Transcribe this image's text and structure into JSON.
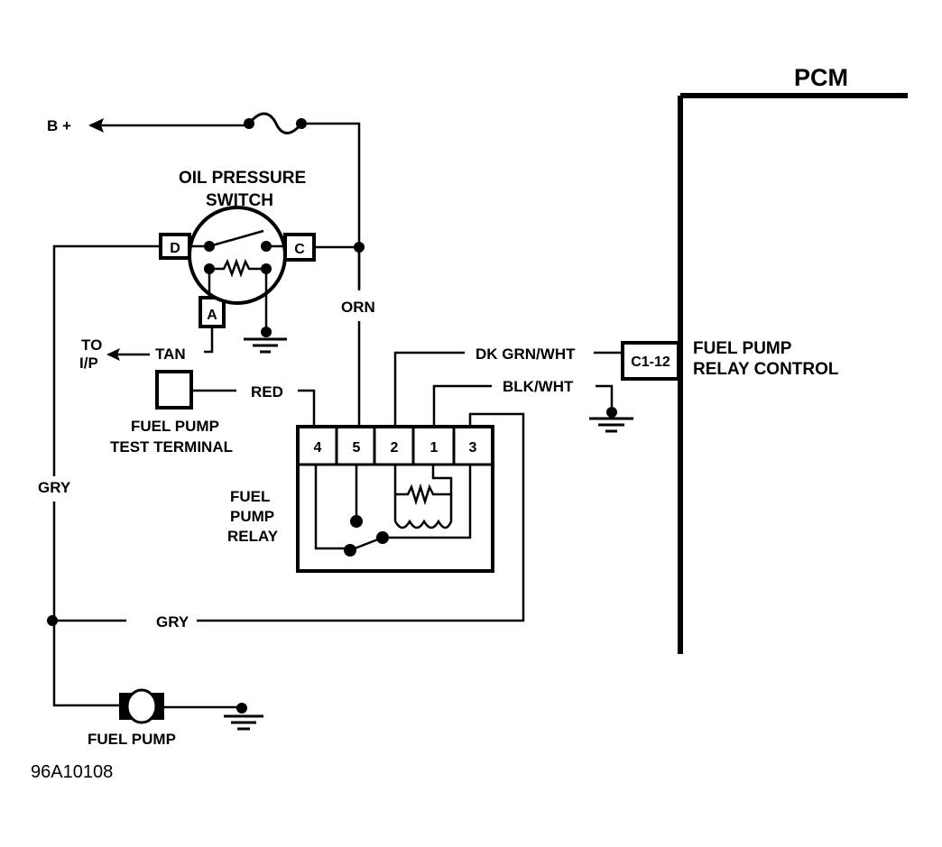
{
  "diagram": {
    "figure_id": "96A10108",
    "pcm": {
      "title": "PCM",
      "connector": "C1-12",
      "circuit_label_line1": "FUEL PUMP",
      "circuit_label_line2": "RELAY CONTROL"
    },
    "power": {
      "label": "B +"
    },
    "oil_pressure_switch": {
      "title_line1": "OIL PRESSURE",
      "title_line2": "SWITCH",
      "terminals": [
        "D",
        "C",
        "A"
      ]
    },
    "to_ip": {
      "line1": "TO",
      "line2": "I/P"
    },
    "test_terminal": {
      "line1": "FUEL PUMP",
      "line2": "TEST TERMINAL"
    },
    "relay": {
      "line1": "FUEL",
      "line2": "PUMP",
      "line3": "RELAY",
      "pins": [
        "4",
        "5",
        "2",
        "1",
        "3"
      ]
    },
    "fuel_pump": {
      "label": "FUEL PUMP"
    },
    "wires": {
      "orn": "ORN",
      "tan": "TAN",
      "red": "RED",
      "dk_grn_wht": "DK GRN/WHT",
      "blk_wht": "BLK/WHT",
      "gry_vertical": "GRY",
      "gry_horizontal": "GRY"
    }
  }
}
